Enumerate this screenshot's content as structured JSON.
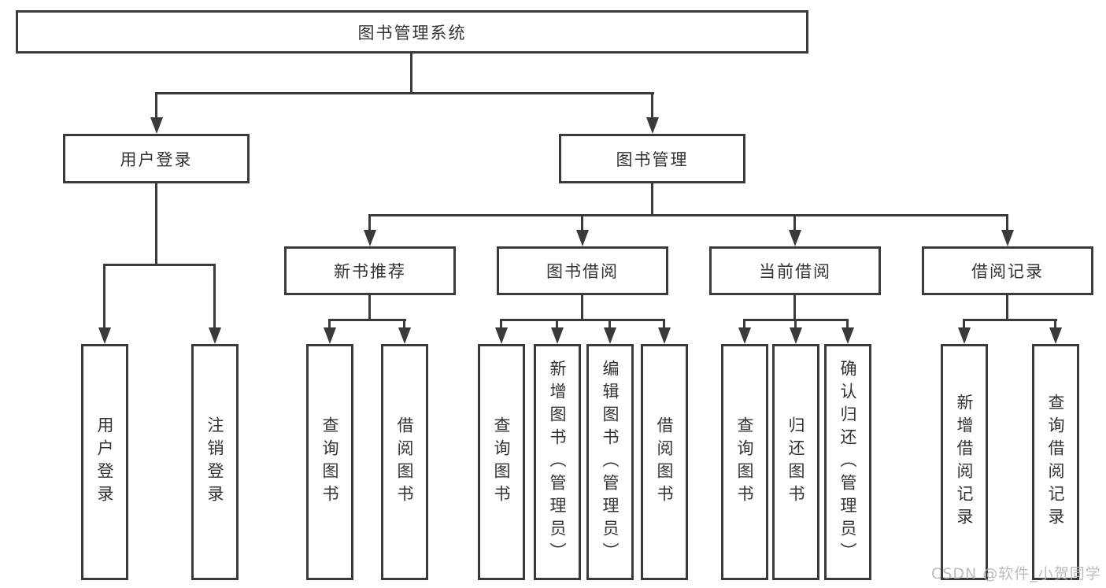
{
  "diagram": {
    "root": "图书管理系统",
    "user_login": {
      "label": "用户登录",
      "children": [
        "用户登录",
        "注销登录"
      ]
    },
    "book_management": {
      "label": "图书管理",
      "sections": [
        {
          "label": "新书推荐",
          "children": [
            "查询图书",
            "借阅图书"
          ]
        },
        {
          "label": "图书借阅",
          "children": [
            "查询图书",
            "新增图书（管理员）",
            "编辑图书（管理员）",
            "借阅图书"
          ]
        },
        {
          "label": "当前借阅",
          "children": [
            "查询图书",
            "归还图书",
            "确认归还（管理员）"
          ]
        },
        {
          "label": "借阅记录",
          "children": [
            "新增借阅记录",
            "查询借阅记录"
          ]
        }
      ]
    }
  },
  "watermark": "CSDN @软件_小贺同学",
  "colors": {
    "line": "#3a3a3a",
    "text": "#333333",
    "watermark": "#b5b5b5",
    "background": "#ffffff"
  }
}
